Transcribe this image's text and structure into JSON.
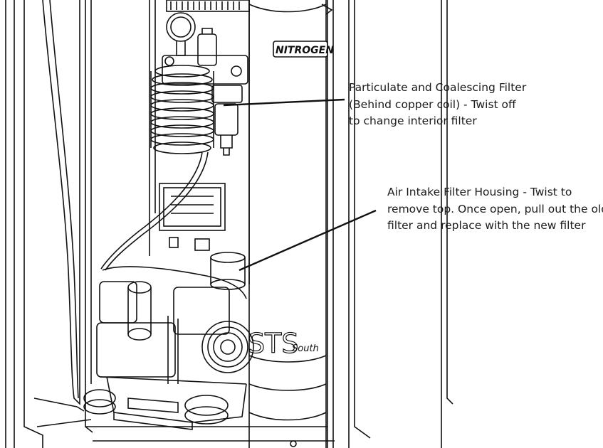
{
  "diagram": {
    "labels": {
      "nitrogen": "NITROGEN",
      "brand_sts": "STS",
      "brand_south": "South"
    },
    "callouts": [
      {
        "lines": [
          "Particulate and Coalescing Filter",
          "(Behind copper coil) - Twist off",
          "to change interior filter"
        ]
      },
      {
        "lines": [
          "Air Intake Filter Housing - Twist to",
          "remove top. Once open, pull out the old",
          "filter and replace with the new filter"
        ]
      }
    ]
  }
}
